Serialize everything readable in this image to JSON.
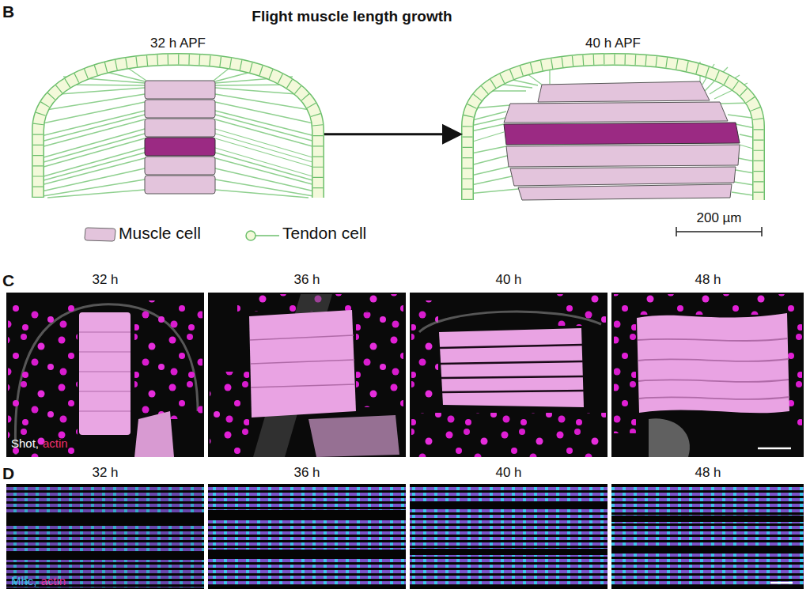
{
  "diagram": {
    "title": "Flight muscle length growth",
    "nodes": [
      {
        "text": [
          "32 h APF"
        ]
      },
      {
        "text": [
          "40 h APF"
        ]
      }
    ],
    "edges": [
      {
        "from": 0,
        "to": 1,
        "arrow": "to"
      }
    ],
    "labels": [
      "B",
      "200 µm",
      "C",
      "32 h",
      "36 h",
      "40 h",
      "48 h",
      "Shot,",
      "actin",
      "D",
      "32 h",
      "36 h",
      "40 h",
      "48 h",
      "Mhc,",
      "actin"
    ],
    "legend": [
      {
        "text": "Muscle cell",
        "color": "#e3c4dc"
      },
      {
        "text": "Tendon cell"
      }
    ]
  }
}
